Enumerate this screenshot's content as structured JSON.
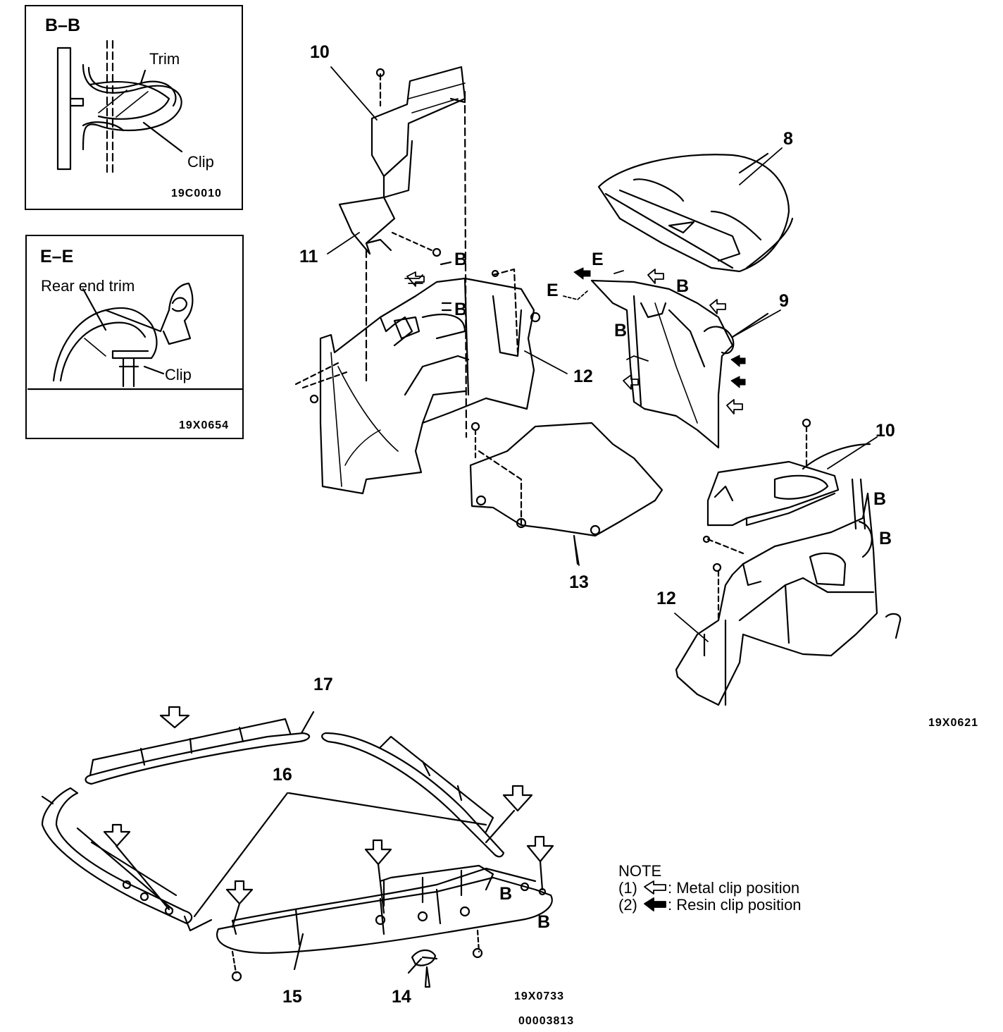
{
  "insets": {
    "bb": {
      "title": "B–B",
      "trim": "Trim",
      "clip": "Clip",
      "code": "19C0010"
    },
    "ee": {
      "title": "E–E",
      "rear_end_trim": "Rear end trim",
      "clip": "Clip",
      "code": "19X0654"
    }
  },
  "part_numbers": {
    "p10_top": "10",
    "p11": "11",
    "p8": "8",
    "p9": "9",
    "p12_mid": "12",
    "p13": "13",
    "p10_right": "10",
    "p12_right": "12",
    "p17": "17",
    "p16": "16",
    "p15": "15",
    "p14": "14"
  },
  "section_marks": {
    "b": "B",
    "e": "E"
  },
  "figure_codes": {
    "upper": "19X0621",
    "lower": "19X0733",
    "doc": "00003813"
  },
  "note": {
    "heading": "NOTE",
    "line1": "(1)",
    "line1_text": ": Metal clip position",
    "line2": "(2)",
    "line2_text": ": Resin clip position"
  }
}
